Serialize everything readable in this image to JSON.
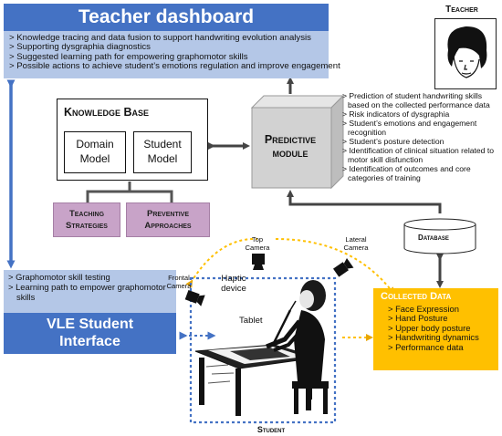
{
  "teacher_dashboard": {
    "title": "Teacher dashboard",
    "items": [
      "> Knowledge tracing and data fusion to support handwriting evolution analysis",
      "> Supporting dysgraphia diagnostics",
      "> Suggested learning path for empowering graphomotor skills",
      "> Possible actions to achieve student’s emotions regulation and improve engagement"
    ]
  },
  "teacher": {
    "label": "Teacher"
  },
  "knowledge_base": {
    "title": "Knowledge Base",
    "domain_model": [
      "Domain",
      "Model"
    ],
    "student_model": [
      "Student",
      "Model"
    ]
  },
  "teaching_strategies": [
    "Teaching",
    "Strategies"
  ],
  "preventive_approaches": [
    "Preventive",
    "Approaches"
  ],
  "predictive_module": {
    "label": [
      "Predictive",
      "module"
    ],
    "items": [
      "> Prediction of student handwriting skills based on the collected performance data",
      "> Risk indicators of dysgraphia",
      "> Student’s emotions and engagement recognition",
      "> Student’s posture detection",
      "> Identification of clinical situation related to motor skill disfunction",
      "> Identification of outcomes and core categories of training"
    ]
  },
  "database": {
    "label": "Database"
  },
  "vle": {
    "title": [
      "VLE Student",
      "Interface"
    ],
    "items": [
      "> Graphomotor skill testing",
      "> Learning path to empower graphomotor skills"
    ]
  },
  "collected_data": {
    "title": "Collected Data",
    "items": [
      "> Face Expression",
      "> Hand Posture",
      "> Upper body posture",
      "> Handwriting dynamics",
      "> Performance data"
    ]
  },
  "cameras": {
    "top": [
      "Top",
      "Camera"
    ],
    "lateral": [
      "Lateral",
      "Camera"
    ],
    "frontal": [
      "Frontal",
      "Camera"
    ]
  },
  "scene": {
    "haptic": [
      "Haptic",
      "device"
    ],
    "tablet": "Tablet",
    "student_label": "Student"
  },
  "colors": {
    "header_blue": "#4472c4",
    "light_blue": "#b4c7e7",
    "purple": "#c8a3c8",
    "orange": "#ffc000",
    "arrow_grey": "#444444"
  }
}
